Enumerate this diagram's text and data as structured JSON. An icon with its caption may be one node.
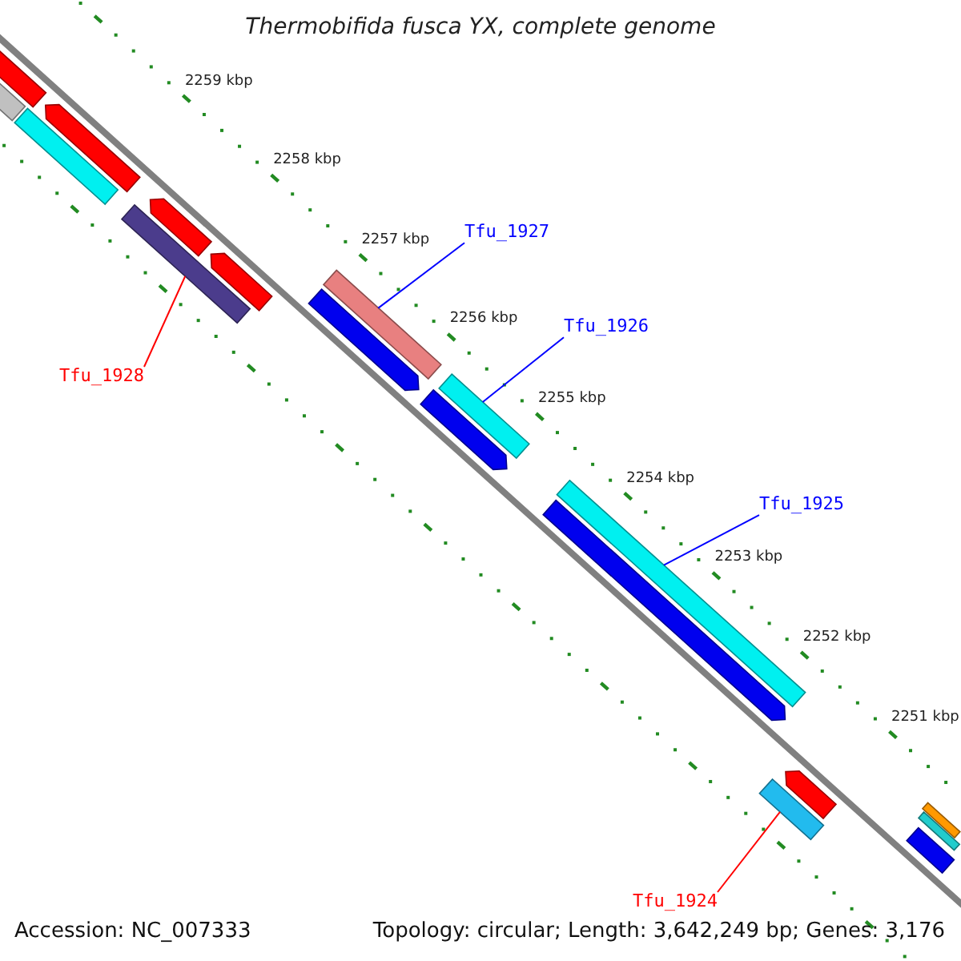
{
  "diagram": {
    "title": "Thermobifida fusca YX, complete genome",
    "nodes": [
      {
        "text": [],
        "shape": "bar"
      },
      {
        "text": [],
        "shape": "pentagon"
      },
      {
        "text": [],
        "shape": "bar"
      },
      {
        "text": [],
        "shape": "bar"
      },
      {
        "text": [],
        "shape": "pentagon"
      },
      {
        "text": [],
        "shape": "bar"
      },
      {
        "text": [],
        "shape": "pentagon"
      },
      {
        "text": [
          "Tfu_1927"
        ]
      },
      {
        "text": [],
        "shape": "bar"
      },
      {
        "text": [],
        "shape": "pentagon"
      },
      {
        "text": [
          "Tfu_1926"
        ]
      },
      {
        "text": [
          "Tfu_1928"
        ]
      },
      {
        "text": [],
        "shape": "bar"
      },
      {
        "text": [],
        "shape": "pentagon"
      },
      {
        "text": [],
        "shape": "bar"
      },
      {
        "text": [
          "Tfu_1925"
        ]
      },
      {
        "text": [],
        "shape": "pentagon"
      },
      {
        "text": [],
        "shape": "pentagon"
      },
      {
        "text": [],
        "shape": "bar"
      },
      {
        "text": [],
        "shape": "bar"
      },
      {
        "text": [],
        "shape": "bar"
      },
      {
        "text": [],
        "shape": "bar"
      },
      {
        "text": [
          "Tfu_1924"
        ]
      }
    ],
    "edges": [
      {
        "from": 7,
        "to": 8,
        "arrow": "none"
      },
      {
        "from": 10,
        "to": 12,
        "arrow": "none"
      },
      {
        "from": 15,
        "to": 14,
        "arrow": "none"
      },
      {
        "from": 11,
        "to": 5,
        "arrow": "none",
        "color": "#ff0000"
      },
      {
        "from": 22,
        "to": 18,
        "arrow": "none",
        "color": "#ff0000"
      }
    ],
    "labels": [
      "2259 kbp",
      "2258 kbp",
      "2257 kbp",
      "2256 kbp",
      "2255 kbp",
      "2254 kbp",
      "2253 kbp",
      "2252 kbp",
      "2251 kbp",
      "Accession: NC_007333",
      "Topology: circular; Length: 3,642,249 bp; Genes: 3,176"
    ]
  }
}
